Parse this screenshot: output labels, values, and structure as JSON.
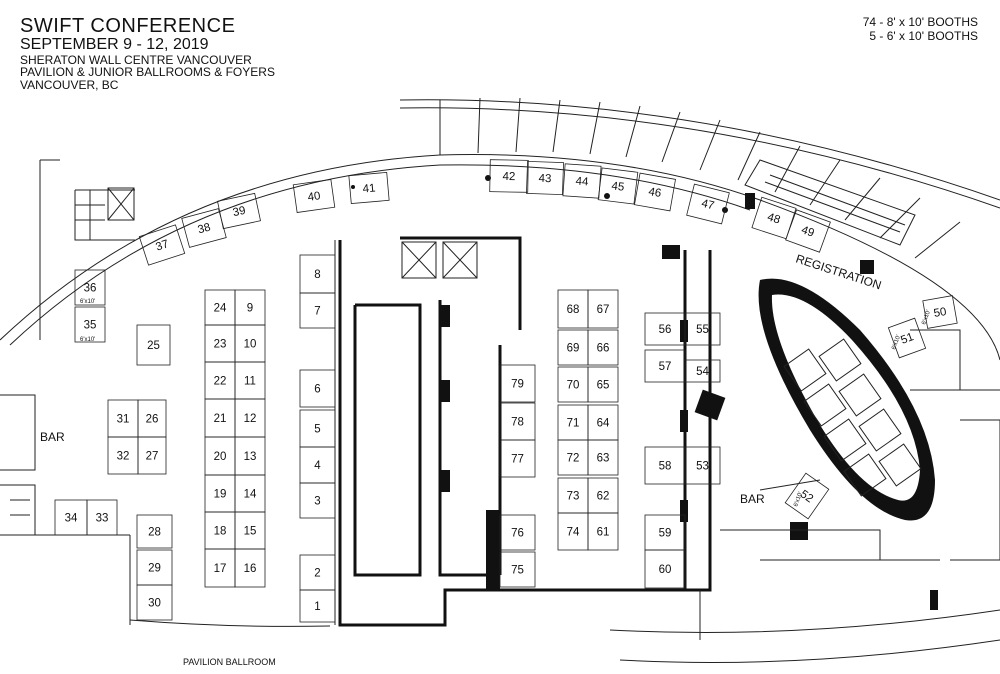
{
  "header": {
    "title": "SWIFT CONFERENCE",
    "dates": "SEPTEMBER 9 - 12, 2019",
    "venue": "SHERATON WALL CENTRE VANCOUVER",
    "rooms": "PAVILION & JUNIOR BALLROOMS & FOYERS",
    "city": "VANCOUVER, BC"
  },
  "booth_counts": {
    "large": "74 - 8' x 10' BOOTHS",
    "small": "5 - 6' x 10' BOOTHS"
  },
  "area_labels": {
    "registration": "REGISTRATION",
    "bar_left": "BAR",
    "bar_right": "BAR",
    "pavilion_ballroom": "PAVILION BALLROOM"
  },
  "small_booth_size": "6'x10'",
  "booths": [
    "1",
    "2",
    "3",
    "4",
    "5",
    "6",
    "7",
    "8",
    "9",
    "10",
    "11",
    "12",
    "13",
    "14",
    "15",
    "16",
    "17",
    "18",
    "19",
    "20",
    "21",
    "22",
    "23",
    "24",
    "25",
    "26",
    "27",
    "28",
    "29",
    "30",
    "31",
    "32",
    "33",
    "34",
    "35",
    "36",
    "37",
    "38",
    "39",
    "40",
    "41",
    "42",
    "43",
    "44",
    "45",
    "46",
    "47",
    "48",
    "49",
    "50",
    "51",
    "52",
    "53",
    "54",
    "55",
    "56",
    "57",
    "58",
    "59",
    "60",
    "61",
    "62",
    "63",
    "64",
    "65",
    "66",
    "67",
    "68",
    "69",
    "70",
    "71",
    "72",
    "73",
    "74",
    "75",
    "76",
    "77",
    "78",
    "79"
  ]
}
